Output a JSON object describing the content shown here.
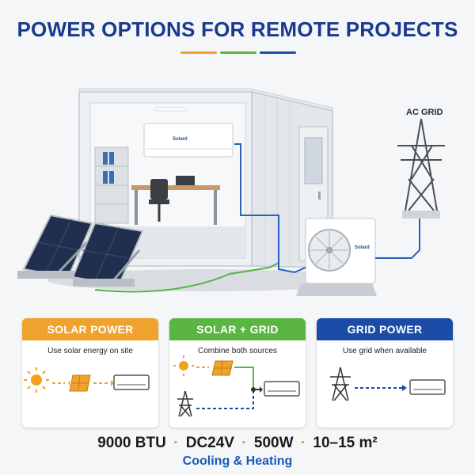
{
  "title": "POWER OPTIONS FOR REMOTE PROJECTS",
  "colors": {
    "orange": "#f0a22e",
    "green": "#5ab542",
    "blue": "#1a4ca8",
    "navy": "#1a3a8f"
  },
  "scene": {
    "ac_grid_label": "AC GRID",
    "brand_label": "Solard"
  },
  "panels": [
    {
      "title": "SOLAR POWER",
      "subtitle": "Use solar energy on site",
      "icons": [
        "sun-icon",
        "solar-panel-icon",
        "air-conditioner-icon"
      ]
    },
    {
      "title": "SOLAR + GRID",
      "subtitle": "Combine both sources",
      "icons": [
        "sun-icon",
        "solar-panel-icon",
        "transmission-tower-icon",
        "air-conditioner-icon"
      ]
    },
    {
      "title": "GRID POWER",
      "subtitle": "Use grid when available",
      "icons": [
        "transmission-tower-icon",
        "air-conditioner-icon"
      ]
    }
  ],
  "specs": {
    "btu": "9000 BTU",
    "voltage": "DC24V",
    "power": "500W",
    "area": "10–15 m²",
    "separator": "·"
  },
  "feature": "Cooling & Heating"
}
